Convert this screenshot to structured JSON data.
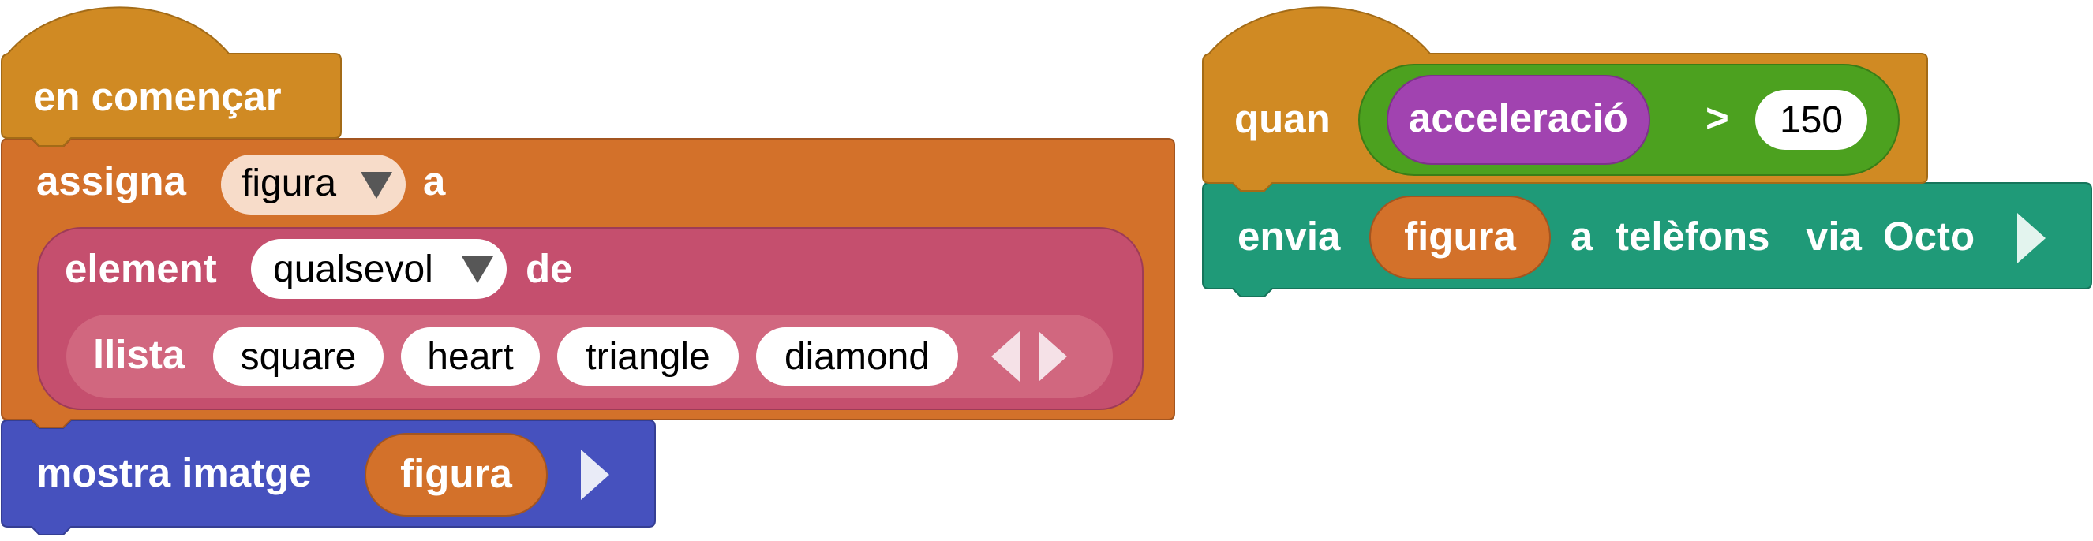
{
  "stack_on_start": {
    "hat_label": "en començar",
    "set_block": {
      "label": "assigna",
      "variable": "figura",
      "to_label": "a"
    },
    "element_block": {
      "label": "element",
      "selector": "qualsevol",
      "of_label": "de"
    },
    "list_block": {
      "label": "llista",
      "items": [
        "square",
        "heart",
        "triangle",
        "diamond"
      ]
    },
    "show_image_block": {
      "label": "mostra imatge",
      "variable": "figura"
    }
  },
  "stack_on_condition": {
    "hat_label": "quan",
    "condition": {
      "left": "acceleració",
      "operator": ">",
      "right": "150"
    },
    "send_block": {
      "label_send": "envia",
      "variable": "figura",
      "label_to": "a",
      "label_phones": "telèfons",
      "label_via": "via",
      "label_octo": "Octo"
    }
  },
  "colors": {
    "events_hat": "#D08A23",
    "variables_orange": "#D3712A",
    "lists_pink": "#C54F6E",
    "lists_light": "#D1677F",
    "display_blue": "#4651BE",
    "comms_teal": "#1F9A78",
    "logic_green": "#4CA11F",
    "sensor_purple": "#A143B0",
    "dropdown_bg": "#F7DCC9"
  }
}
